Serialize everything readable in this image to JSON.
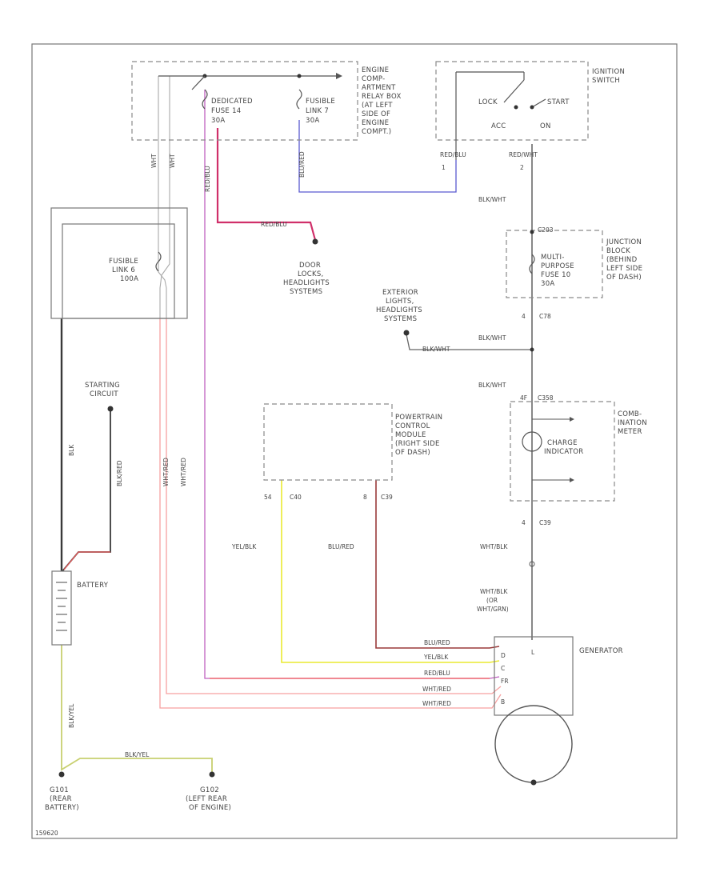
{
  "components": {
    "underhood_box": {
      "dedicated_fuse": [
        "DEDICATED",
        "FUSE 14",
        "30A"
      ],
      "fusible_link_7": [
        "FUSIBLE",
        "LINK 7",
        "30A"
      ],
      "location": [
        "ENGINE",
        "COMP-",
        "ARTMENT",
        "RELAY BOX",
        "(AT LEFT",
        "SIDE OF",
        "ENGINE",
        "COMPT.)"
      ]
    },
    "ignition_switch": {
      "title": [
        "IGNITION",
        "SWITCH"
      ],
      "positions": [
        "LOCK",
        "START",
        "ACC",
        "ON"
      ],
      "pins": [
        "1",
        "2"
      ],
      "wire_labels": [
        "RED/BLU",
        "RED/WHT"
      ]
    },
    "fusible_link_6": [
      "FUSIBLE",
      "LINK 6",
      "100A"
    ],
    "door_locks": [
      "DOOR",
      "LOCKS,",
      "HEADLIGHTS",
      "SYSTEMS"
    ],
    "junction_block": {
      "connectors": [
        "C203",
        "C78"
      ],
      "pin": "4",
      "fuse": [
        "MULTI-",
        "PURPOSE",
        "FUSE 10",
        "30A"
      ],
      "location": [
        "JUNCTION",
        "BLOCK",
        "(BEHIND",
        "LEFT SIDE",
        "OF DASH)"
      ]
    },
    "exterior_lights": [
      "EXTERIOR",
      "LIGHTS,",
      "HEADLIGHTS",
      "SYSTEMS"
    ],
    "pcm": {
      "label": [
        "POWERTRAIN",
        "CONTROL",
        "MODULE",
        "(RIGHT SIDE",
        "OF DASH)"
      ],
      "pins": [
        "54",
        "C40",
        "8",
        "C39"
      ]
    },
    "combination_meter": {
      "label": [
        "COMB-",
        "INATION",
        "METER"
      ],
      "indicator": [
        "CHARGE",
        "INDICATOR"
      ],
      "connector": "4F",
      "connector2": "C358"
    },
    "starting_circuit": [
      "STARTING",
      "CIRCUIT"
    ],
    "battery": "BATTERY",
    "generator": {
      "label": "GENERATOR",
      "terminals": [
        "L",
        "D",
        "C",
        "FR",
        "B"
      ]
    },
    "ground_g101": [
      "G101",
      "(REAR",
      "BATTERY)"
    ],
    "ground_g102": [
      "G102",
      "(LEFT REAR",
      "OF ENGINE)"
    ],
    "corner_tag": "159620",
    "c39": {
      "pin": "4",
      "connector": "C39"
    }
  },
  "wires": {
    "blk": "BLK",
    "blk_red": "BLK/RED",
    "wht_a": "WHT",
    "wht_b": "WHT",
    "wht_red_a": "WHT/RED",
    "wht_red_b": "WHT/RED",
    "red_blu_vertical": "RED/BLU",
    "red_blu_h": "RED/BLU",
    "red_blu_gen": "RED/BLU",
    "blu_red_ign": "BLU/RED",
    "blk_wht_1": "BLK/WHT",
    "blk_wht_2": "BLK/WHT",
    "blk_wht_3": "BLK/WHT",
    "blk_wht_ext": "BLK/WHT",
    "yel_blk": "YEL/BLK",
    "yel_blk_gen": "YEL/BLK",
    "blu_red": "BLU/RED",
    "blu_red_gen": "BLU/RED",
    "wht_blk": "WHT/BLK",
    "wht_blk_or": [
      "WHT/BLK",
      "(OR",
      "WHT/GRN)"
    ],
    "wht_red_gen_a": "WHT/RED",
    "wht_red_gen_b": "WHT/RED",
    "blk_yel": "BLK/YEL",
    "blk_yel_h": "BLK/YEL"
  },
  "colors": {
    "black": "#3a3a3a",
    "red": "#f05a5a",
    "pink": "#f6a0a0",
    "purple": "#c060c0",
    "blue": "#5a5ad0",
    "yellow": "#eaea30",
    "darkred": "#9a3a3a",
    "yellowgreen": "#c8d070",
    "magenta": "#d0306a"
  }
}
